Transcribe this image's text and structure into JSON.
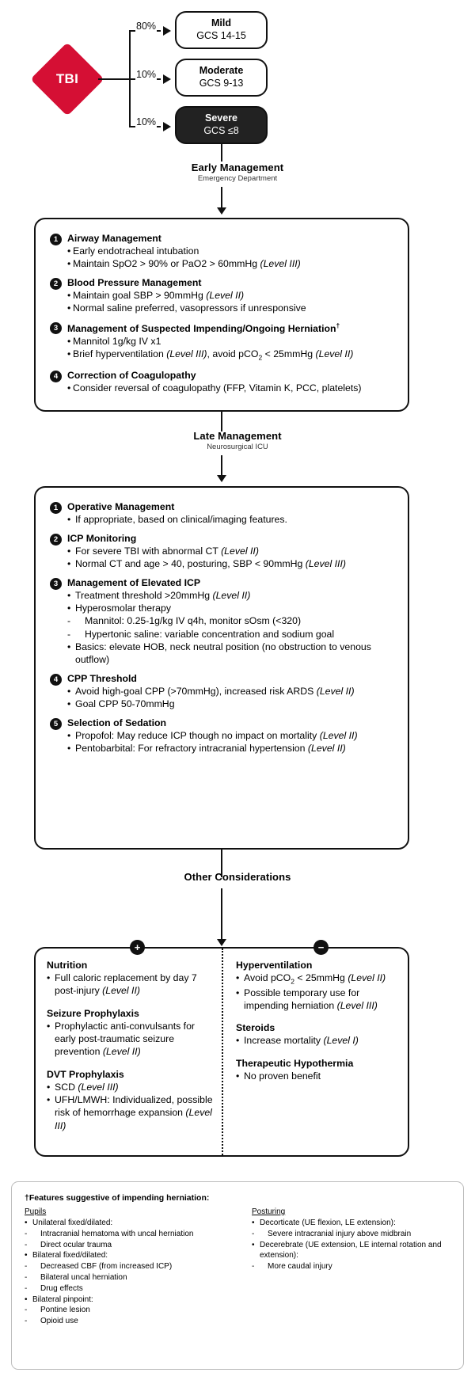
{
  "root": {
    "label": "TBI",
    "color": "#d50f34"
  },
  "severity": [
    {
      "name": "Mild",
      "gcs": "GCS 14-15",
      "pct": "80%",
      "dark": false
    },
    {
      "name": "Moderate",
      "gcs": "GCS 9-13",
      "pct": "10%",
      "dark": false
    },
    {
      "name": "Severe",
      "gcs": "GCS ≤8",
      "pct": "10%",
      "dark": true
    }
  ],
  "stages": {
    "early": {
      "title": "Early Management",
      "subtitle": "Emergency Department"
    },
    "late": {
      "title": "Late Management",
      "subtitle": "Neurosurgical ICU"
    },
    "other": {
      "title": "Other Considerations",
      "subtitle": ""
    }
  },
  "early_items": [
    {
      "n": "1",
      "head": "Airway Management",
      "subs": [
        {
          "b": "•",
          "text": "Early endotracheal intubation"
        },
        {
          "b": "•",
          "text": "Maintain SpO2 > 90% or PaO2 > 60mmHg ",
          "em": "(Level III)"
        }
      ]
    },
    {
      "n": "2",
      "head": "Blood Pressure Management",
      "subs": [
        {
          "b": "•",
          "text": "Maintain goal SBP > 90mmHg ",
          "em": "(Level II)"
        },
        {
          "b": "•",
          "text": "Normal saline preferred, vasopressors if unresponsive"
        }
      ]
    },
    {
      "n": "3",
      "head": "Management of Suspected Impending/Ongoing Herniation",
      "sup": "†",
      "subs": [
        {
          "b": "•",
          "text": "Mannitol 1g/kg IV x1"
        },
        {
          "b": "•",
          "text": "Brief hyperventilation (Level III), avoid pCO2 < 25mmHg (Level II)"
        }
      ]
    },
    {
      "n": "4",
      "head": "Correction of Coagulopathy",
      "subs": [
        {
          "b": "•",
          "text": "Consider reversal of coagulopathy (FFP, Vitamin K, PCC, platelets)"
        }
      ]
    }
  ],
  "late_items": [
    {
      "n": "1",
      "head": "Operative Management",
      "subs": [
        {
          "b": "•",
          "text": "If appropriate, based on clinical/imaging features."
        }
      ]
    },
    {
      "n": "2",
      "head": "ICP Monitoring",
      "subs": [
        {
          "b": "•",
          "text": "For severe TBI with abnormal CT ",
          "em": "(Level II)"
        },
        {
          "b": "•",
          "text": "Normal CT and age > 40, posturing, SBP < 90mmHg ",
          "em": "(Level III)"
        }
      ]
    },
    {
      "n": "3",
      "head": "Management of Elevated ICP",
      "subs": [
        {
          "b": "•",
          "text": "Treatment threshold >20mmHg ",
          "em": "(Level II)"
        },
        {
          "b": "•",
          "text": "Hyperosmolar therapy"
        },
        {
          "b": "-",
          "text": "Mannitol: 0.25-1g/kg IV q4h, monitor sOsm (<320)"
        },
        {
          "b": "-",
          "text": "Hypertonic saline: variable concentration and sodium goal"
        },
        {
          "b": "•",
          "text": "Basics: elevate HOB, neck neutral position (no obstruction to venous outflow)"
        }
      ]
    },
    {
      "n": "4",
      "head": "CPP Threshold",
      "subs": [
        {
          "b": "•",
          "text": "Avoid high-goal CPP (>70mmHg), increased risk ARDS (Level II)"
        },
        {
          "b": "•",
          "text": "Goal CPP 50-70mmHg"
        }
      ]
    },
    {
      "n": "5",
      "head": "Selection of Sedation",
      "subs": [
        {
          "b": "•",
          "text": "Propofol: May reduce ICP though no impact on mortality ",
          "em": "(Level II)"
        },
        {
          "b": "•",
          "text": "Pentobarbital: For refractory intracranial hypertension ",
          "em": "(Level II)"
        }
      ]
    }
  ],
  "other": {
    "plus_sign": "+",
    "minus_sign": "−",
    "left": [
      {
        "head": "Nutrition",
        "items": [
          {
            "text": "Full caloric replacement by day 7 post-injury ",
            "em": "(Level II)"
          }
        ]
      },
      {
        "head": "Seizure Prophylaxis",
        "items": [
          {
            "text": "Prophylactic anti-convulsants for early post-traumatic seizure prevention ",
            "em": "(Level II)"
          }
        ]
      },
      {
        "head": "DVT Prophylaxis",
        "items": [
          {
            "text": "SCD ",
            "em": "(Level III)"
          },
          {
            "text": "UFH/LMWH: Individualized, possible risk of hemorrhage expansion ",
            "em": "(Level III)"
          }
        ]
      }
    ],
    "right": [
      {
        "head": "Hyperventilation",
        "items": [
          {
            "text": "Avoid pCO2 < 25mmHg (Level II)"
          },
          {
            "text": "Possible temporary use for impending herniation ",
            "em": "(Level III)"
          }
        ]
      },
      {
        "head": "Steroids",
        "items": [
          {
            "text": "Increase mortality ",
            "em": "(Level I)"
          }
        ]
      },
      {
        "head": "Therapeutic Hypothermia",
        "items": [
          {
            "text": "No proven benefit"
          }
        ]
      }
    ]
  },
  "footnote": {
    "title": "†Features suggestive of impending herniation:",
    "left_heading": "Pupils",
    "left_items": [
      {
        "b": "•",
        "text": "Unilateral fixed/dilated:"
      },
      {
        "b": "-",
        "text": "Intracranial hematoma with uncal herniation"
      },
      {
        "b": "-",
        "text": "Direct ocular trauma"
      },
      {
        "b": "•",
        "text": "Bilateral fixed/dilated:"
      },
      {
        "b": "-",
        "text": "Decreased CBF (from increased ICP)"
      },
      {
        "b": "-",
        "text": "Bilateral uncal herniation"
      },
      {
        "b": "-",
        "text": "Drug effects"
      },
      {
        "b": "•",
        "text": "Bilateral pinpoint:"
      },
      {
        "b": "-",
        "text": "Pontine lesion"
      },
      {
        "b": "-",
        "text": "Opioid use"
      }
    ],
    "right_heading": "Posturing",
    "right_items": [
      {
        "b": "•",
        "text": "Decorticate (UE flexion, LE extension):"
      },
      {
        "b": "-",
        "text": "Severe intracranial injury above midbrain"
      },
      {
        "b": "•",
        "text": "Decerebrate (UE extension, LE internal rotation and extension):"
      },
      {
        "b": "-",
        "text": "More caudal injury"
      }
    ]
  }
}
